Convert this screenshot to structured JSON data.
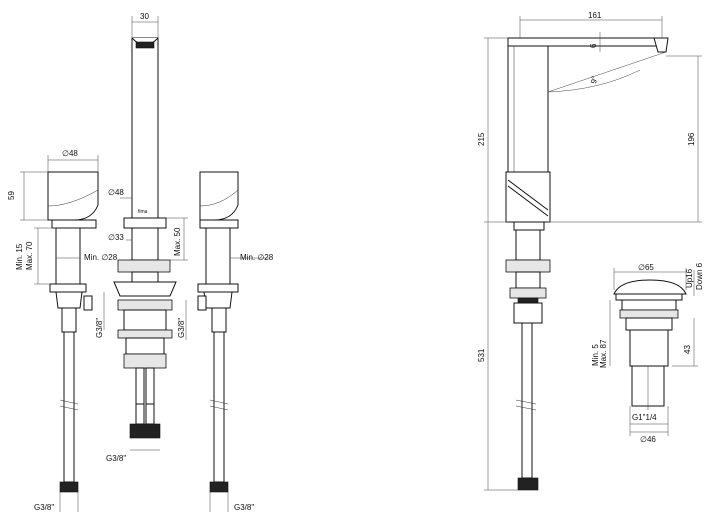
{
  "dimensions": {
    "d30": "30",
    "d161": "161",
    "d6": "6",
    "d9deg": "9°",
    "d215": "215",
    "d196": "196",
    "d531": "531",
    "d48a": "∅48",
    "d48b": "∅48",
    "d59": "59",
    "min15": "Min. 15",
    "max70": "Max. 70",
    "min28a": "Min. ∅28",
    "min28b": "Min. ∅28",
    "d33": "∅33",
    "max50": "Max. 50",
    "g38_left_side": "G3/8\"",
    "g38_center_side": "G3/8\"",
    "g38_center_bottom": "G3/8\"",
    "g38_left_bottom": "G3/8\"",
    "g38_right_bottom": "G3/8\"",
    "d65": "∅65",
    "up16": "Up16",
    "down6": "Down 6",
    "min5": "Min. 5",
    "max87": "Max. 87",
    "d43": "43",
    "g114": "G1\"1/4",
    "d46": "∅46"
  },
  "marks": {
    "brand_stamp": "fima"
  }
}
